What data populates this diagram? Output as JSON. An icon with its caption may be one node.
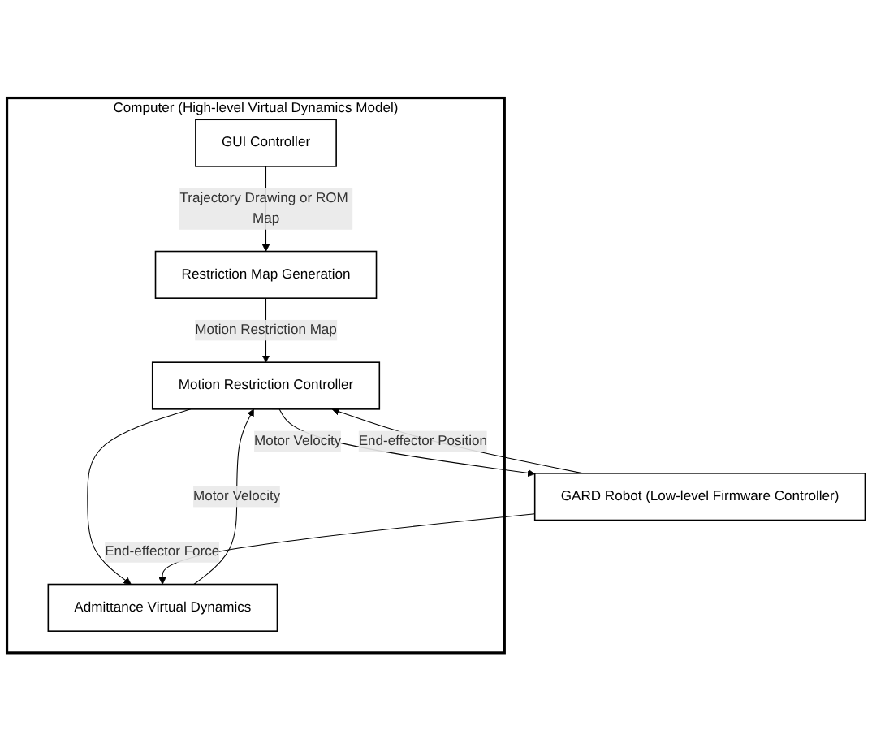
{
  "diagram": {
    "nodes": [
      {
        "text": [
          "Computer (High-level Virtual Dynamics Model)"
        ]
      },
      {
        "text": [
          "GUI Controller"
        ],
        "in": 0
      },
      {
        "text": [
          "Restriction Map Generation"
        ],
        "in": 0
      },
      {
        "text": [
          "Motion Restriction Controller"
        ],
        "in": 0
      },
      {
        "text": [
          "Admittance Virtual Dynamics"
        ],
        "in": 0
      },
      {
        "text": [
          "GARD Robot (Low-level Firmware Controller)"
        ]
      }
    ],
    "edges": [
      {
        "from": 1,
        "to": 2,
        "arrow": "to",
        "label": "Trajectory Drawing or ROM Map"
      },
      {
        "from": 2,
        "to": 3,
        "arrow": "to",
        "label": "Motion Restriction Map"
      },
      {
        "from": 4,
        "to": 3,
        "arrow": "to",
        "label": "Motor Velocity"
      },
      {
        "from": 3,
        "to": 5,
        "arrow": "to",
        "label": "Motor Velocity"
      },
      {
        "from": 3,
        "to": 4,
        "arrow": "to"
      },
      {
        "from": 5,
        "to": 3,
        "arrow": "to",
        "label": "End-effector Position"
      },
      {
        "from": 5,
        "to": 4,
        "arrow": "to",
        "label": "End-effector Force"
      }
    ]
  }
}
